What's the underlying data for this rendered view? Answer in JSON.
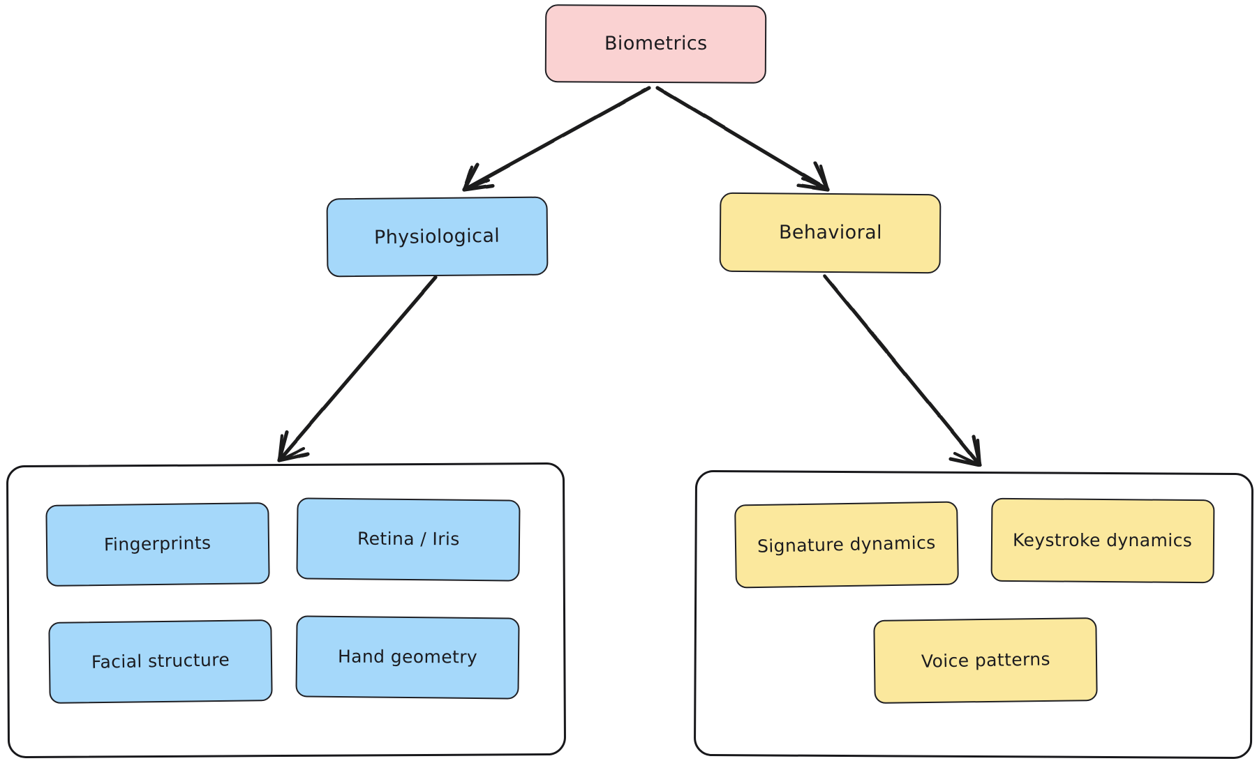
{
  "diagram": {
    "type": "tree",
    "title_node": "Biometrics",
    "root": {
      "label": "Biometrics",
      "color": "#fad2d2"
    },
    "branches": [
      {
        "id": "physiological",
        "label": "Physiological",
        "color": "#a5d8fa",
        "children": [
          {
            "label": "Fingerprints"
          },
          {
            "label": "Retina / Iris"
          },
          {
            "label": "Facial structure"
          },
          {
            "label": "Hand geometry"
          }
        ]
      },
      {
        "id": "behavioral",
        "label": "Behavioral",
        "color": "#fbe89d",
        "children": [
          {
            "label": "Signature dynamics"
          },
          {
            "label": "Keystroke dynamics"
          },
          {
            "label": "Voice patterns"
          }
        ]
      }
    ],
    "edges": [
      {
        "from": "Biometrics",
        "to": "Physiological"
      },
      {
        "from": "Biometrics",
        "to": "Behavioral"
      },
      {
        "from": "Physiological",
        "to": "physiological-group"
      },
      {
        "from": "Behavioral",
        "to": "behavioral-group"
      }
    ],
    "colors": {
      "root": "#fad2d2",
      "physiological": "#a5d8fa",
      "behavioral": "#fbe89d",
      "stroke": "#1f1f23",
      "background": "#ffffff"
    }
  }
}
